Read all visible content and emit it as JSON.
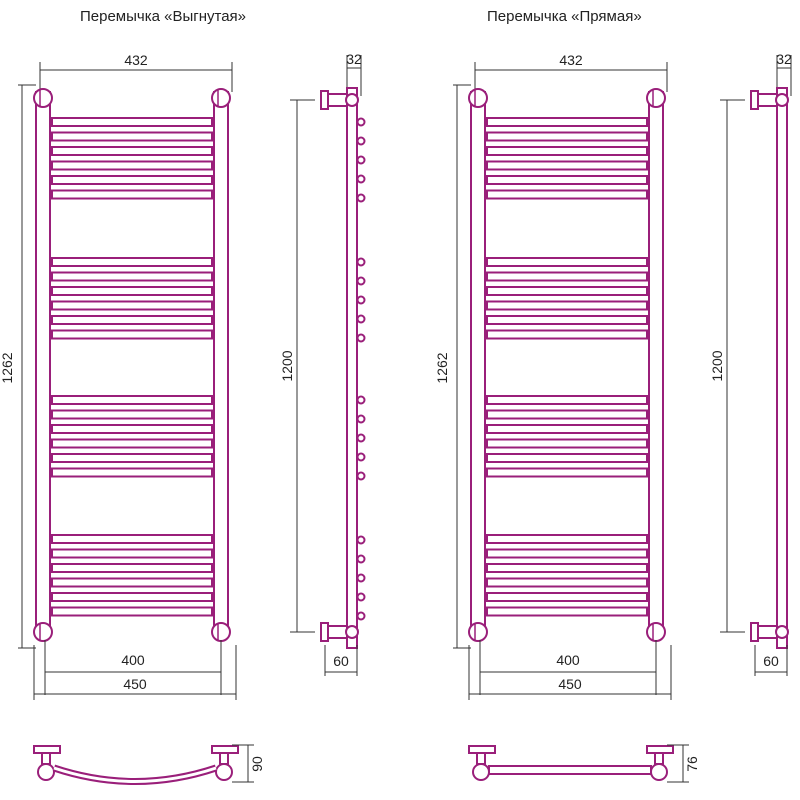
{
  "colors": {
    "pipe": "#9a1f7a",
    "pipe_fill": "#ffffff",
    "dim_line": "#333333",
    "text": "#222222"
  },
  "variants": [
    {
      "title": "Перемычка «Выгнутая»",
      "bridge": "curved",
      "dims": {
        "top_width": "432",
        "height": "1262",
        "center_distance": "1200",
        "side_top": "32",
        "side_bottom": "60",
        "inner_width": "400",
        "outer_width": "450",
        "depth": "90"
      }
    },
    {
      "title": "Перемычка «Прямая»",
      "bridge": "straight",
      "dims": {
        "top_width": "432",
        "height": "1262",
        "center_distance": "1200",
        "side_top": "32",
        "side_bottom": "60",
        "inner_width": "400",
        "outer_width": "450",
        "depth": "76"
      }
    }
  ]
}
